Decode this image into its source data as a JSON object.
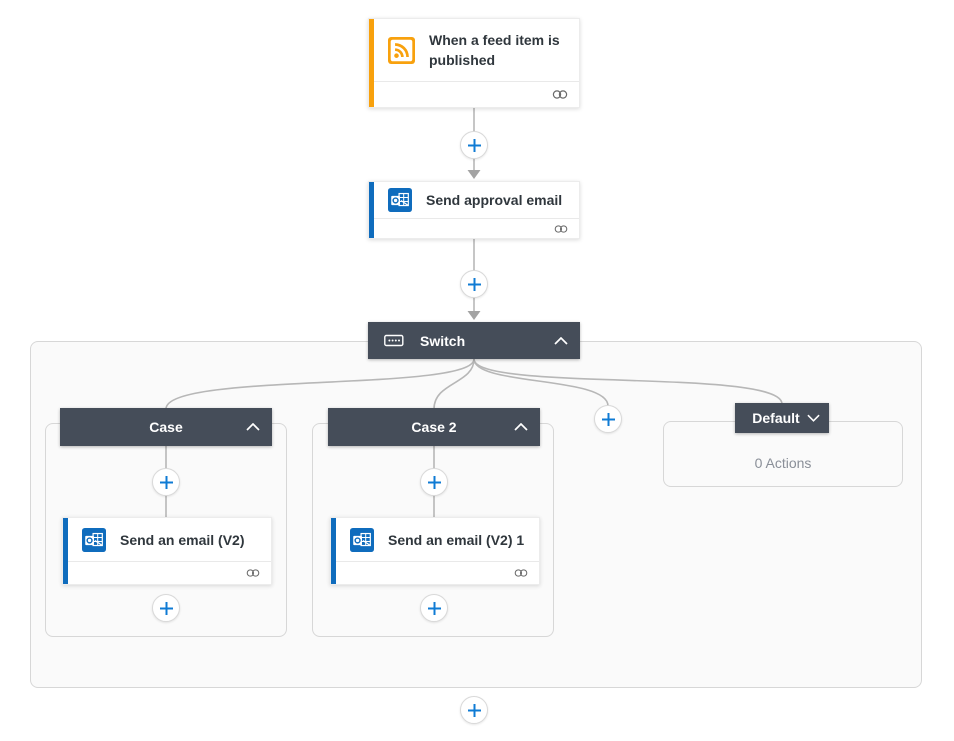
{
  "workflow": {
    "trigger": {
      "title": "When a feed item is published",
      "icon": "rss-icon"
    },
    "approval": {
      "title": "Send approval email",
      "icon": "outlook-icon"
    },
    "switch": {
      "title": "Switch",
      "cases": [
        {
          "label": "Case",
          "action": {
            "title": "Send an email (V2)"
          }
        },
        {
          "label": "Case 2",
          "action": {
            "title": "Send an email (V2) 1"
          }
        }
      ],
      "default": {
        "label": "Default",
        "summary": "0 Actions"
      }
    }
  },
  "colors": {
    "trigger_accent": "#F8A10D",
    "action_accent": "#0F6CBD",
    "scope_header": "#454D59",
    "connector": "#B7B7B7",
    "plus": "#0F7BD4",
    "canvas_bg": "#FFFFFF",
    "group_bg": "#FAFAFA",
    "group_border": "#D7D7D7",
    "muted_text": "#8A8F98"
  }
}
